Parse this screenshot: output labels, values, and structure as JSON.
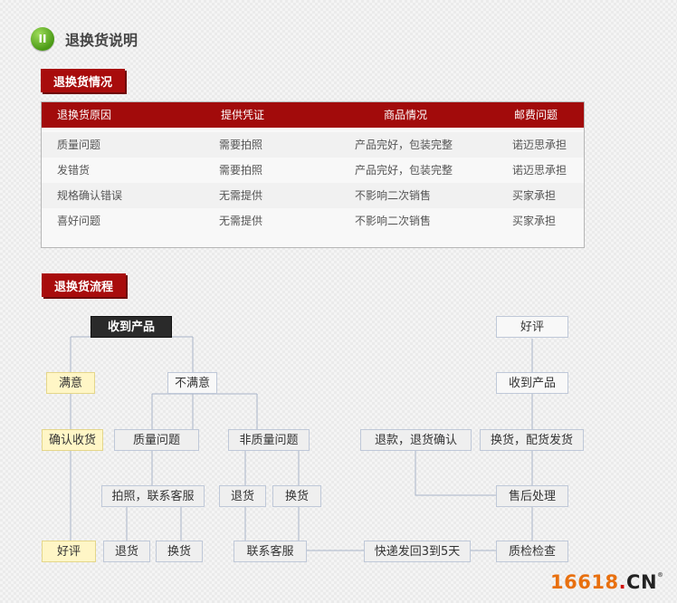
{
  "header": {
    "badge": "II",
    "title": "退换货说明"
  },
  "section_return": {
    "label": "退换货情况"
  },
  "table": {
    "headers": [
      "退换货原因",
      "提供凭证",
      "商品情况",
      "邮费问题"
    ],
    "rows": [
      [
        "质量问题",
        "需要拍照",
        "产品完好，包装完整",
        "诺迈思承担"
      ],
      [
        "发错货",
        "需要拍照",
        "产品完好，包装完整",
        "诺迈思承担"
      ],
      [
        "规格确认错误",
        "无需提供",
        "不影响二次销售",
        "买家承担"
      ],
      [
        "喜好问题",
        "无需提供",
        "不影响二次销售",
        "买家承担"
      ]
    ]
  },
  "section_flow": {
    "label": "退换货流程"
  },
  "flow": {
    "received_left": "收到产品",
    "satisfied": "满意",
    "not_satisfied": "不满意",
    "confirm_receipt": "确认收货",
    "good_review_left": "好评",
    "quality_issue": "质量问题",
    "non_quality_issue": "非质量问题",
    "photo_contact": "拍照，联系客服",
    "return_a": "退货",
    "exchange_a": "换货",
    "return_b": "退货",
    "exchange_b": "换货",
    "contact_service": "联系客服",
    "express_back": "快递发回3到5天",
    "quality_check": "质检检查",
    "after_sales": "售后处理",
    "refund_confirm": "退款，退货确认",
    "exchange_ship": "换货，配货发货",
    "received_right": "收到产品",
    "good_review_right": "好评"
  },
  "logo": {
    "num": "16618",
    "dot": ".",
    "cn": "CN",
    "reg": "®"
  },
  "colors": {
    "accent_red": "#a80c0c",
    "badge_green": "#5aaa1e",
    "logo_orange": "#e8700f"
  }
}
